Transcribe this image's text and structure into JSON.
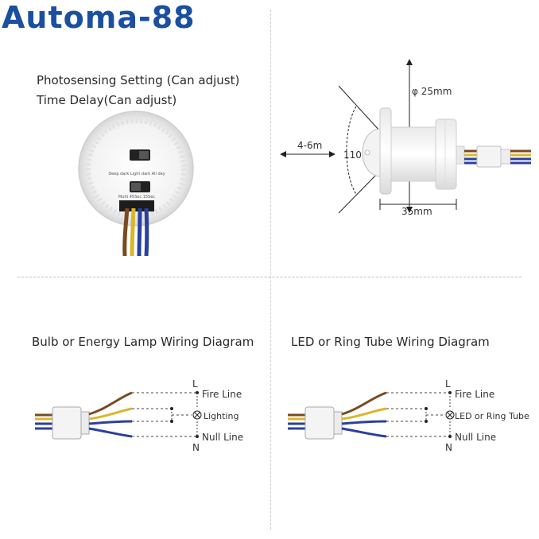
{
  "brand": {
    "name": "Automa-88"
  },
  "top_left": {
    "line1": "Photosensing Setting (Can adjust)",
    "line2": "Time Delay(Can adjust)",
    "dial1_text": "Deep dark Light dark All day",
    "dial2_text": "Multi 45Sec 15Sec"
  },
  "top_right": {
    "diameter_label": "φ 25mm",
    "range_label": "4-6m",
    "angle_label": "110°",
    "length_label": "35mm"
  },
  "wiring_left": {
    "title": "Bulb or Energy Lamp Wiring Diagram",
    "L": "L",
    "N": "N",
    "fire": "Fire Line",
    "load": "Lighting",
    "null": "Null Line"
  },
  "wiring_right": {
    "title": "LED or Ring Tube Wiring Diagram",
    "L": "L",
    "N": "N",
    "fire": "Fire Line",
    "load": "LED or Ring Tube",
    "null": "Null Line"
  },
  "colors": {
    "brown": "#7a4a1e",
    "yellow": "#d9b72c",
    "blue": "#2b3f9e",
    "brand": "#1b4fa0"
  }
}
